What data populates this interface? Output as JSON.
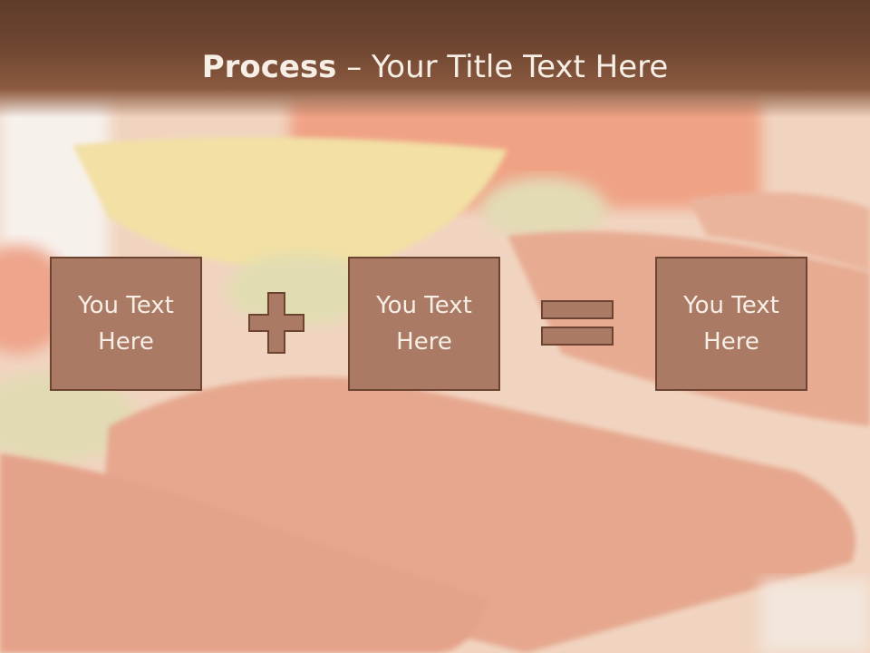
{
  "slide": {
    "title_bold": "Process",
    "title_rest": " – Your Title Text Here"
  },
  "boxes": [
    {
      "text": "You Text Here"
    },
    {
      "text": "You Text Here"
    },
    {
      "text": "You Text Here"
    }
  ],
  "operators": {
    "first": "plus-icon",
    "second": "equals-icon"
  },
  "colors": {
    "title_band": "#6f4631",
    "box_fill": "#aa7a64",
    "box_border": "#6d4431",
    "text_light": "#f7efe6"
  }
}
